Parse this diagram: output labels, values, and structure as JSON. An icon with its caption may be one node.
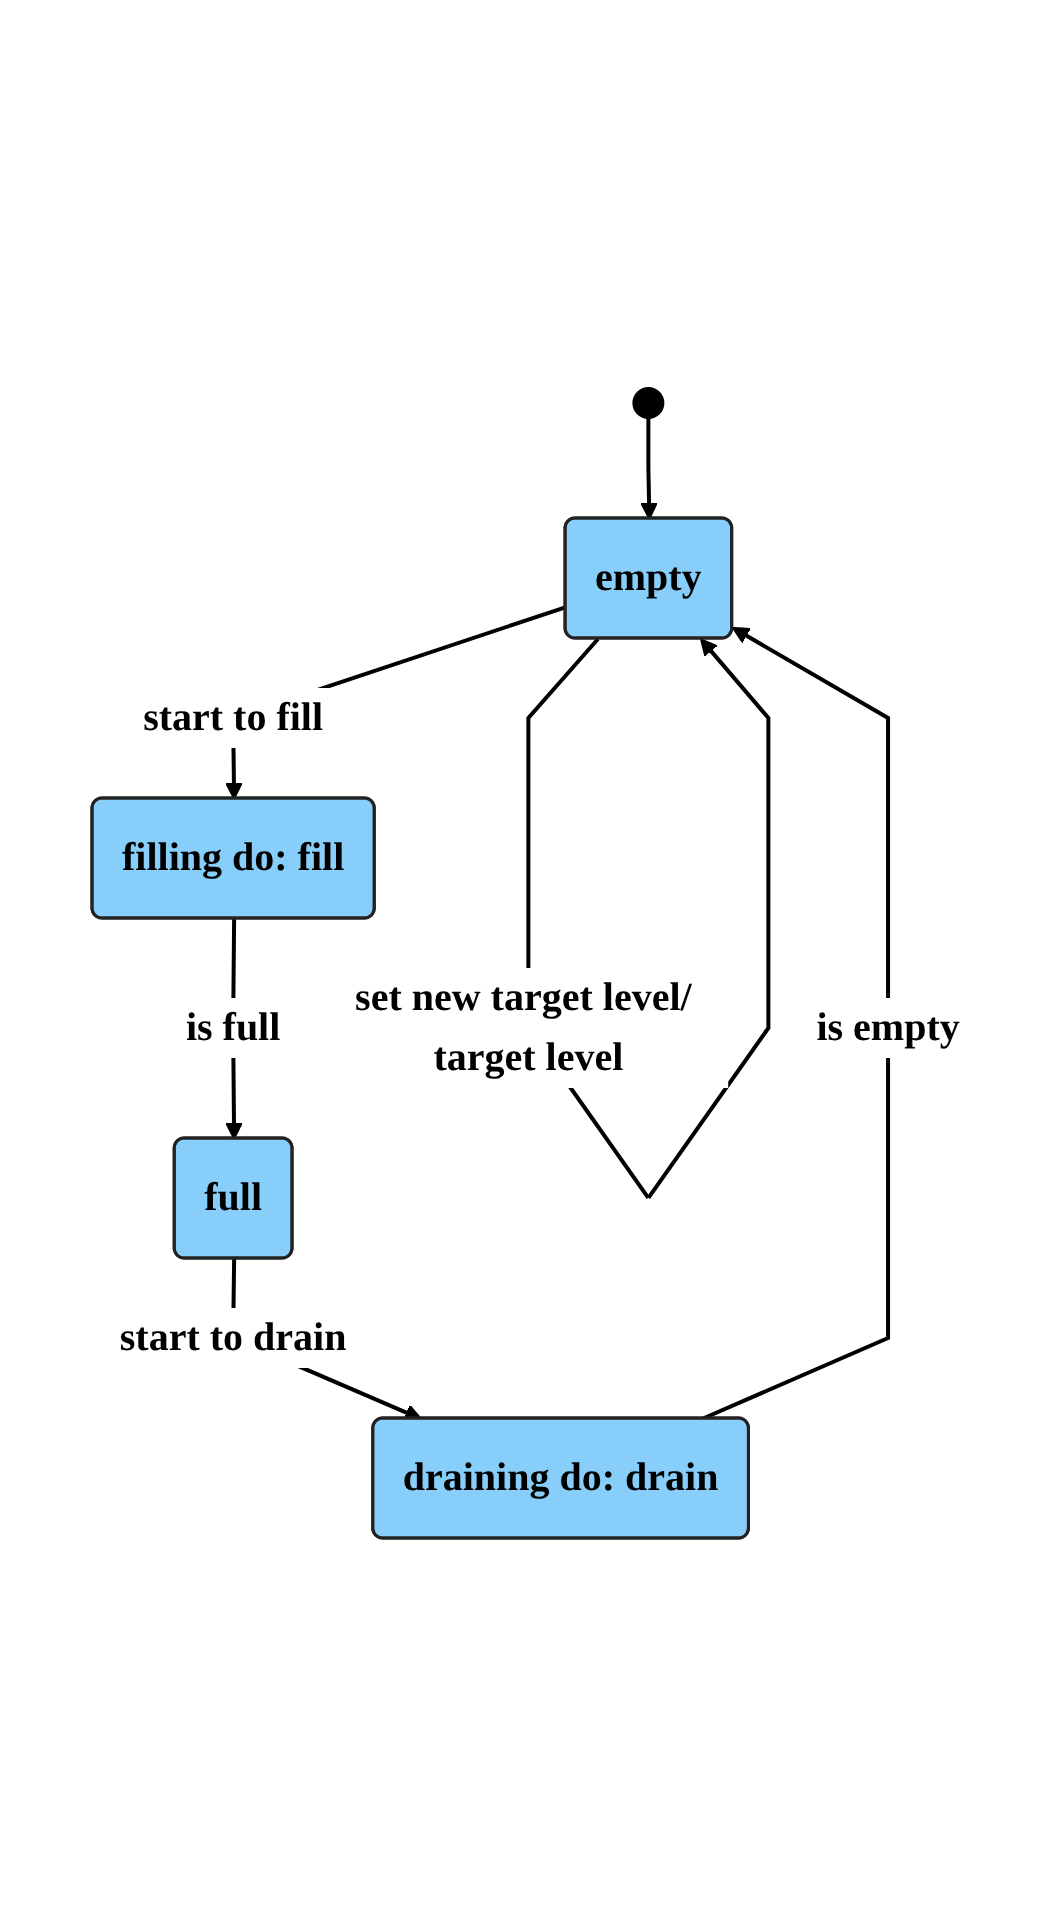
{
  "diagram": {
    "nodes": [
      {
        "text": [],
        "shape": "circle"
      },
      {
        "text": [
          "empty"
        ]
      },
      {
        "text": [
          "filling do: fill"
        ]
      },
      {
        "text": [
          "full"
        ]
      },
      {
        "text": [
          "draining do: drain"
        ]
      }
    ],
    "edges": [
      {
        "from": 0,
        "to": 1,
        "arrow": "to"
      },
      {
        "from": 1,
        "to": 1,
        "arrow": "to",
        "label": "set new target level/ target level"
      },
      {
        "from": 1,
        "to": 2,
        "arrow": "to",
        "label": "start to fill"
      },
      {
        "from": 2,
        "to": 3,
        "arrow": "to",
        "label": "is full"
      },
      {
        "from": 3,
        "to": 4,
        "arrow": "to",
        "label": "start to drain"
      },
      {
        "from": 4,
        "to": 1,
        "arrow": "to",
        "label": "is empty"
      }
    ]
  }
}
